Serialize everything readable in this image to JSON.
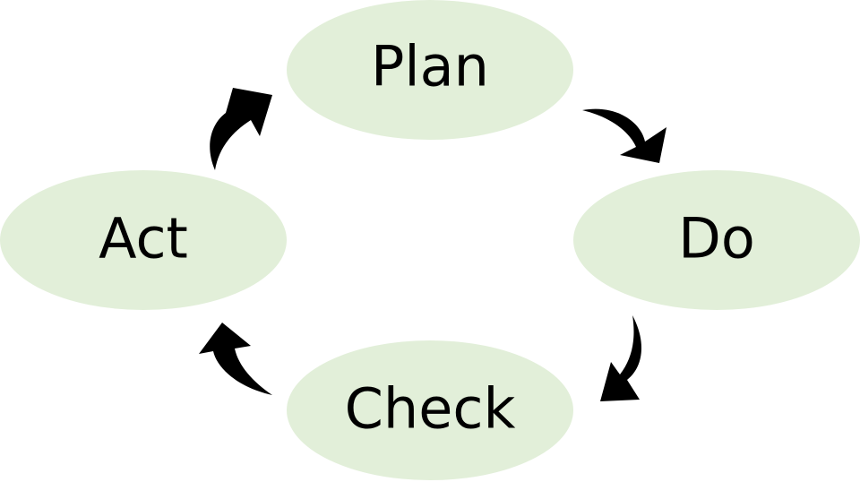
{
  "diagram": {
    "stages": {
      "plan": "Plan",
      "do": "Do",
      "check": "Check",
      "act": "Act"
    },
    "colors": {
      "ellipse_fill": "#e2efd9",
      "arrow_fill": "#000000",
      "text": "#000000"
    },
    "flow": [
      "Plan",
      "Do",
      "Check",
      "Act"
    ]
  }
}
